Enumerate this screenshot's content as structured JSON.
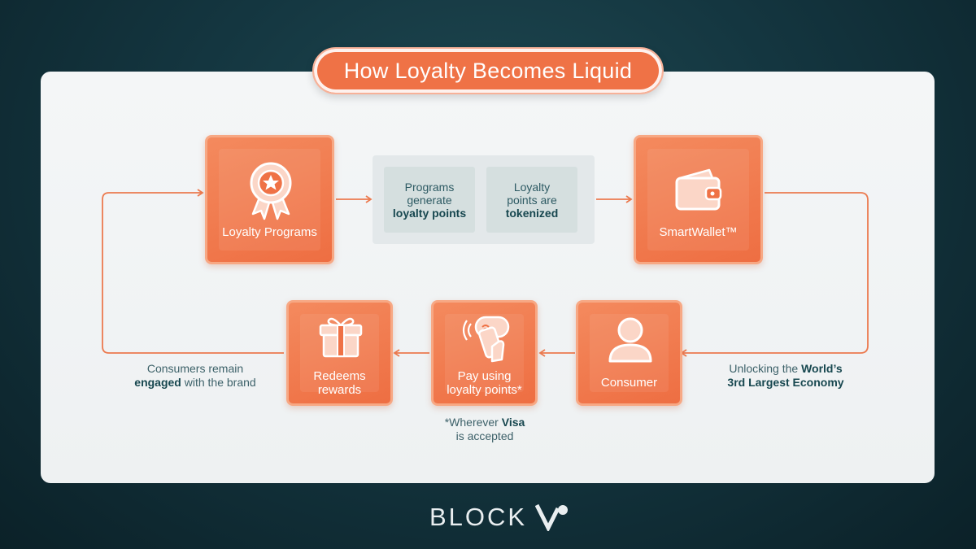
{
  "title": "How Loyalty Becomes Liquid",
  "nodes": {
    "loyalty_programs": "Loyalty Programs",
    "smartwallet": "SmartWallet™",
    "consumer": "Consumer",
    "pay_line1": "Pay using",
    "pay_line2": "loyalty points*",
    "redeems_line1": "Redeems",
    "redeems_line2": "rewards"
  },
  "steps": {
    "generate_line1": "Programs",
    "generate_line2": "generate",
    "generate_bold": "loyalty points",
    "tokenize_line1": "Loyalty",
    "tokenize_line2": "points are",
    "tokenize_bold": "tokenized"
  },
  "captions": {
    "left_line1": "Consumers remain",
    "left_bold": "engaged",
    "left_rest": " with the brand",
    "right_pre": "Unlocking the ",
    "right_bold1": "World’s",
    "right_bold2": "3rd Largest Economy",
    "footnote_pre": "*Wherever ",
    "footnote_bold": "Visa",
    "footnote_line2": "is accepted"
  },
  "logo": {
    "text": "BLOCK"
  },
  "icons": [
    "award-ribbon-icon",
    "wallet-icon",
    "person-icon",
    "contactless-phone-icon",
    "gift-icon",
    "block-v-logo-icon"
  ],
  "colors": {
    "accent": "#ef7246",
    "accent_light": "#f7a884",
    "teal_text": "#17474f",
    "background": "#143640",
    "panel": "#f2f5f6"
  }
}
